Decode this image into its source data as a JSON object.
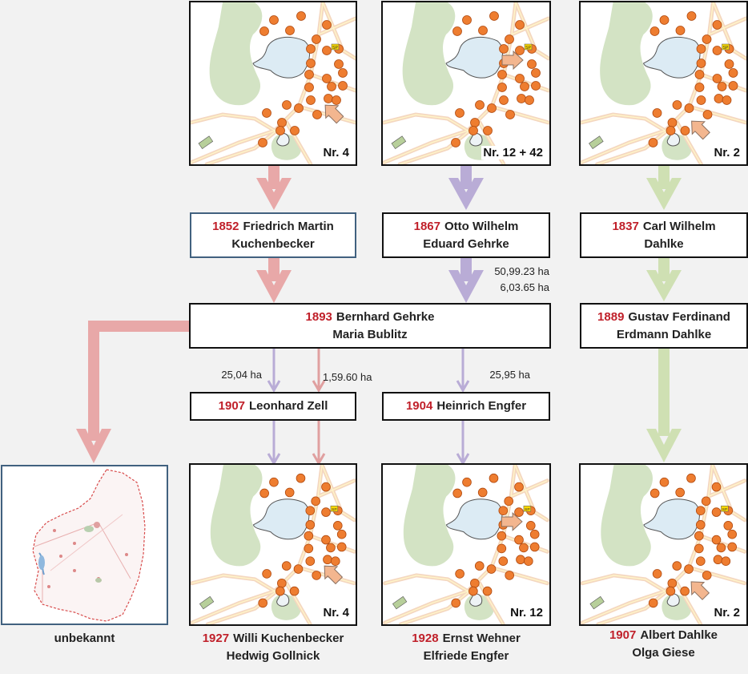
{
  "maps": {
    "top_left": {
      "label": "Nr. 4"
    },
    "top_mid": {
      "label": "Nr. 12 + 42"
    },
    "top_right": {
      "label": "Nr. 2"
    },
    "bottom_left": {
      "label": "Nr. 4"
    },
    "bottom_mid": {
      "label": "Nr. 12"
    },
    "bottom_right": {
      "label": "Nr. 2"
    }
  },
  "map_sign_icon": "SP",
  "boxes": {
    "kuchenbecker_1852": {
      "year": "1852",
      "line1": "Friedrich Martin",
      "line2": "Kuchenbecker"
    },
    "gehrke_1867": {
      "year": "1867",
      "line1": "Otto Wilhelm",
      "line2": "Eduard Gehrke"
    },
    "dahlke_1837": {
      "year": "1837",
      "line1": "Carl Wilhelm",
      "line2": "Dahlke"
    },
    "gehrke_1893": {
      "year": "1893",
      "line1": "Bernhard Gehrke",
      "line2": "Maria Bublitz"
    },
    "dahlke_1889": {
      "year": "1889",
      "line1": "Gustav Ferdinand",
      "line2": "Erdmann Dahlke"
    },
    "zell_1907": {
      "year": "1907",
      "line1": "Leonhard Zell"
    },
    "engfer_1904": {
      "year": "1904",
      "line1": "Heinrich Engfer"
    }
  },
  "areas": {
    "gehrke_transfer": {
      "line1": "50,99.23 ha",
      "line2": "6,03.65 ha"
    },
    "zell_a": "25,04 ha",
    "zell_b": "1,59.60 ha",
    "engfer": "25,95 ha"
  },
  "captions": {
    "unknown": "unbekannt",
    "kuchenbecker_1927": {
      "year": "1927",
      "line1": "Willi Kuchenbecker",
      "line2": "Hedwig Gollnick"
    },
    "wehner_1928": {
      "year": "1928",
      "line1": "Ernst Wehner",
      "line2": "Elfriede Engfer"
    },
    "dahlke_1907": {
      "year": "1907",
      "line1": "Albert Dahlke",
      "line2": "Olga Giese"
    }
  },
  "colors": {
    "arrow_pink": "#e8a8a8",
    "arrow_purple": "#b9acd6",
    "arrow_green": "#cfe0b3",
    "year_red": "#c0202a",
    "dot_orange": "#ee7d30",
    "lake_blue": "#dcebf4",
    "forest_green": "#d3e3c4",
    "pointer_arrow": "#f3b68f"
  }
}
